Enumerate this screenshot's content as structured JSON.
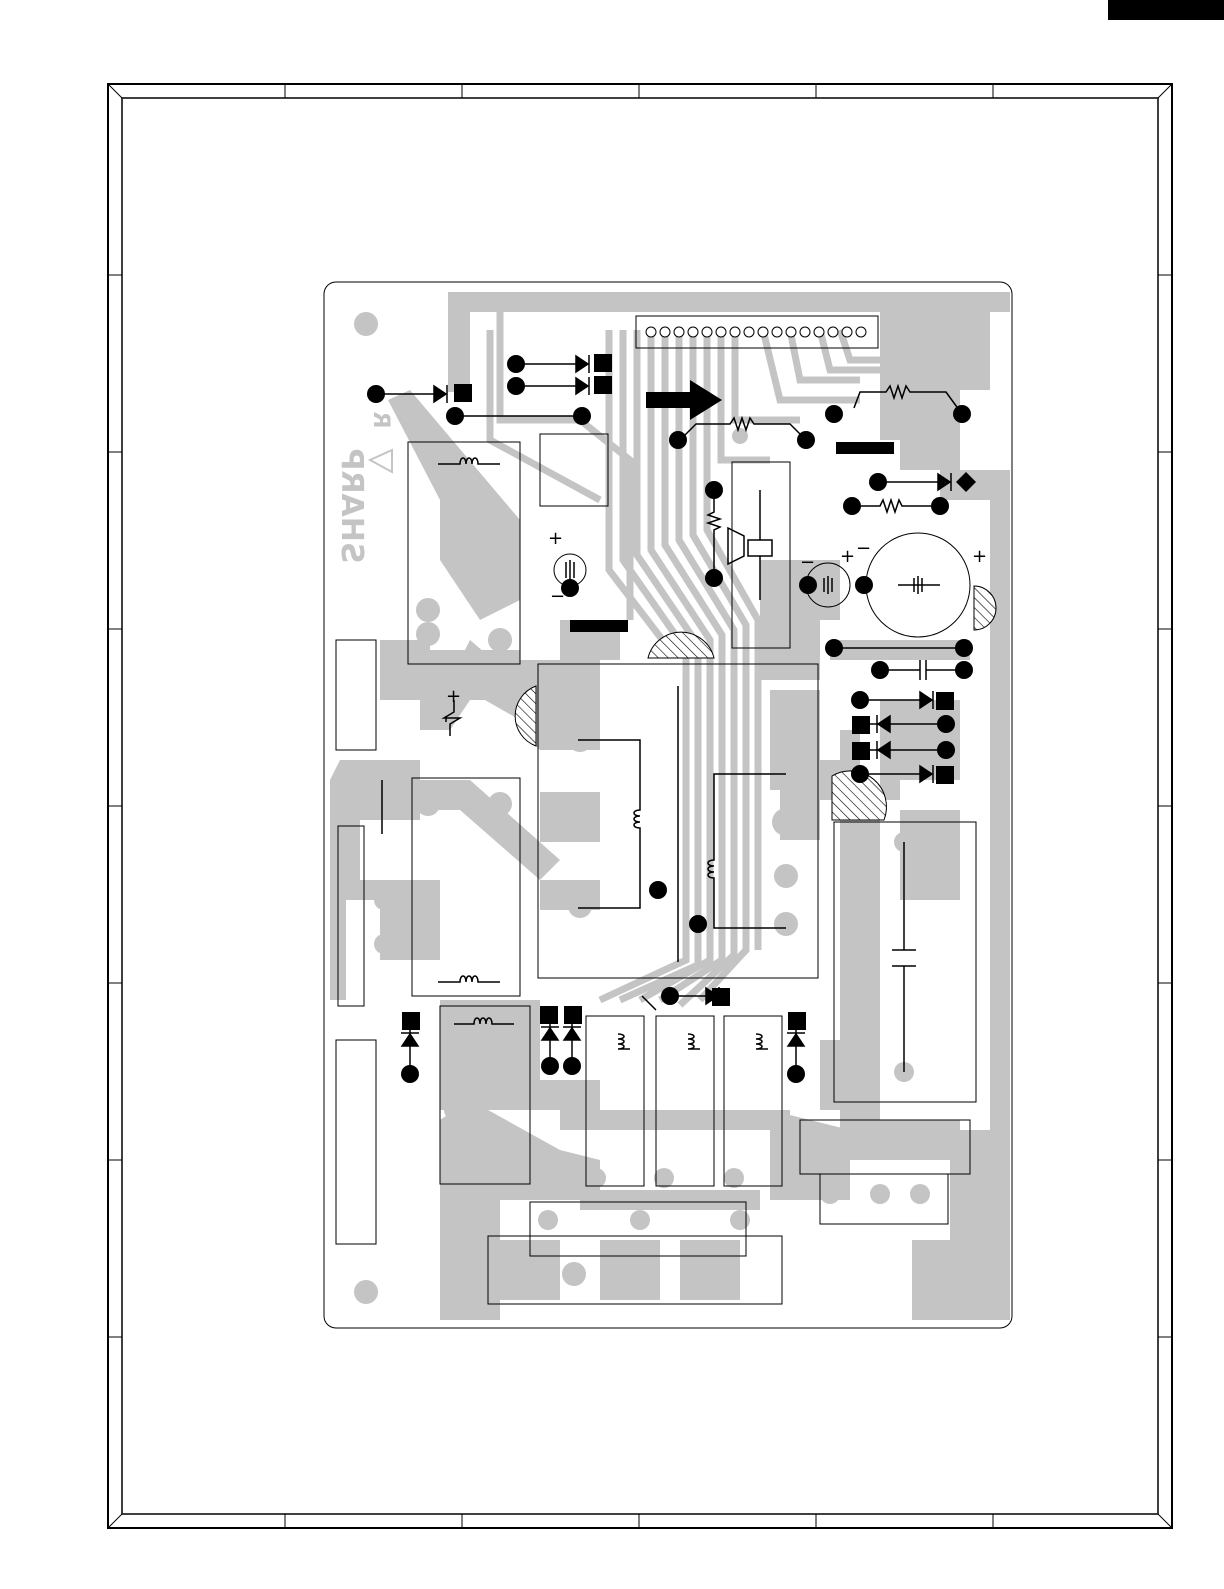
{
  "diagram": {
    "type": "pcb-layout",
    "board_text": {
      "brand": "SHARP",
      "marking": "R"
    },
    "polarity_marks": [
      "+",
      "−",
      "+",
      "−",
      "+",
      "−",
      "+"
    ],
    "colors": {
      "trace": "#c4c4c4",
      "ink": "#000000",
      "paper": "#ffffff"
    }
  }
}
